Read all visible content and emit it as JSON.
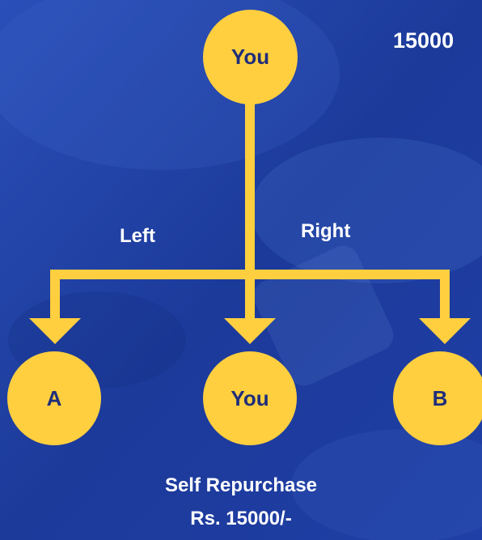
{
  "colors": {
    "background": "#1f3f9e",
    "node_fill": "#ffcf3f",
    "node_text": "#1f2e7a",
    "connector": "#ffcf3f",
    "label_text": "#ffffff"
  },
  "nodes": {
    "top": "You",
    "left": "A",
    "center": "You",
    "right": "B"
  },
  "labels": {
    "left": "Left",
    "right": "Right",
    "top_right_amount": "15000"
  },
  "caption": {
    "line1": "Self Repurchase",
    "line2": "Rs. 15000/-"
  }
}
